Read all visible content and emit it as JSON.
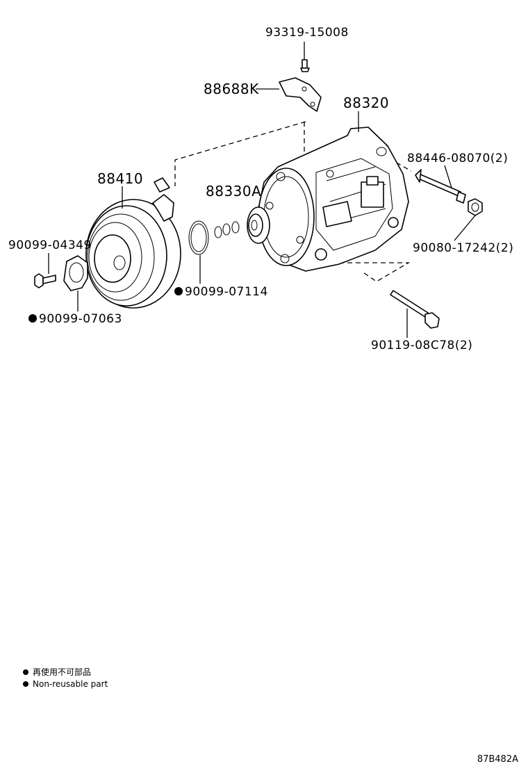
{
  "labels": {
    "screw_top": "93319-15008",
    "bracket": "88688K",
    "compressor": "88320",
    "bolt_right": "88446-08070(2)",
    "clutch": "88410",
    "clutch_hub": "88330A",
    "nut": "90080-17242(2)",
    "bolt_left": "90099-04349",
    "snap_ring": "90099-07114",
    "shim": "90099-07063",
    "bolt_lower": "90119-08C78(2)"
  },
  "legend": {
    "japanese": "再使用不可部品",
    "english": "Non-reusable part"
  },
  "diagram_code": "87B482A"
}
